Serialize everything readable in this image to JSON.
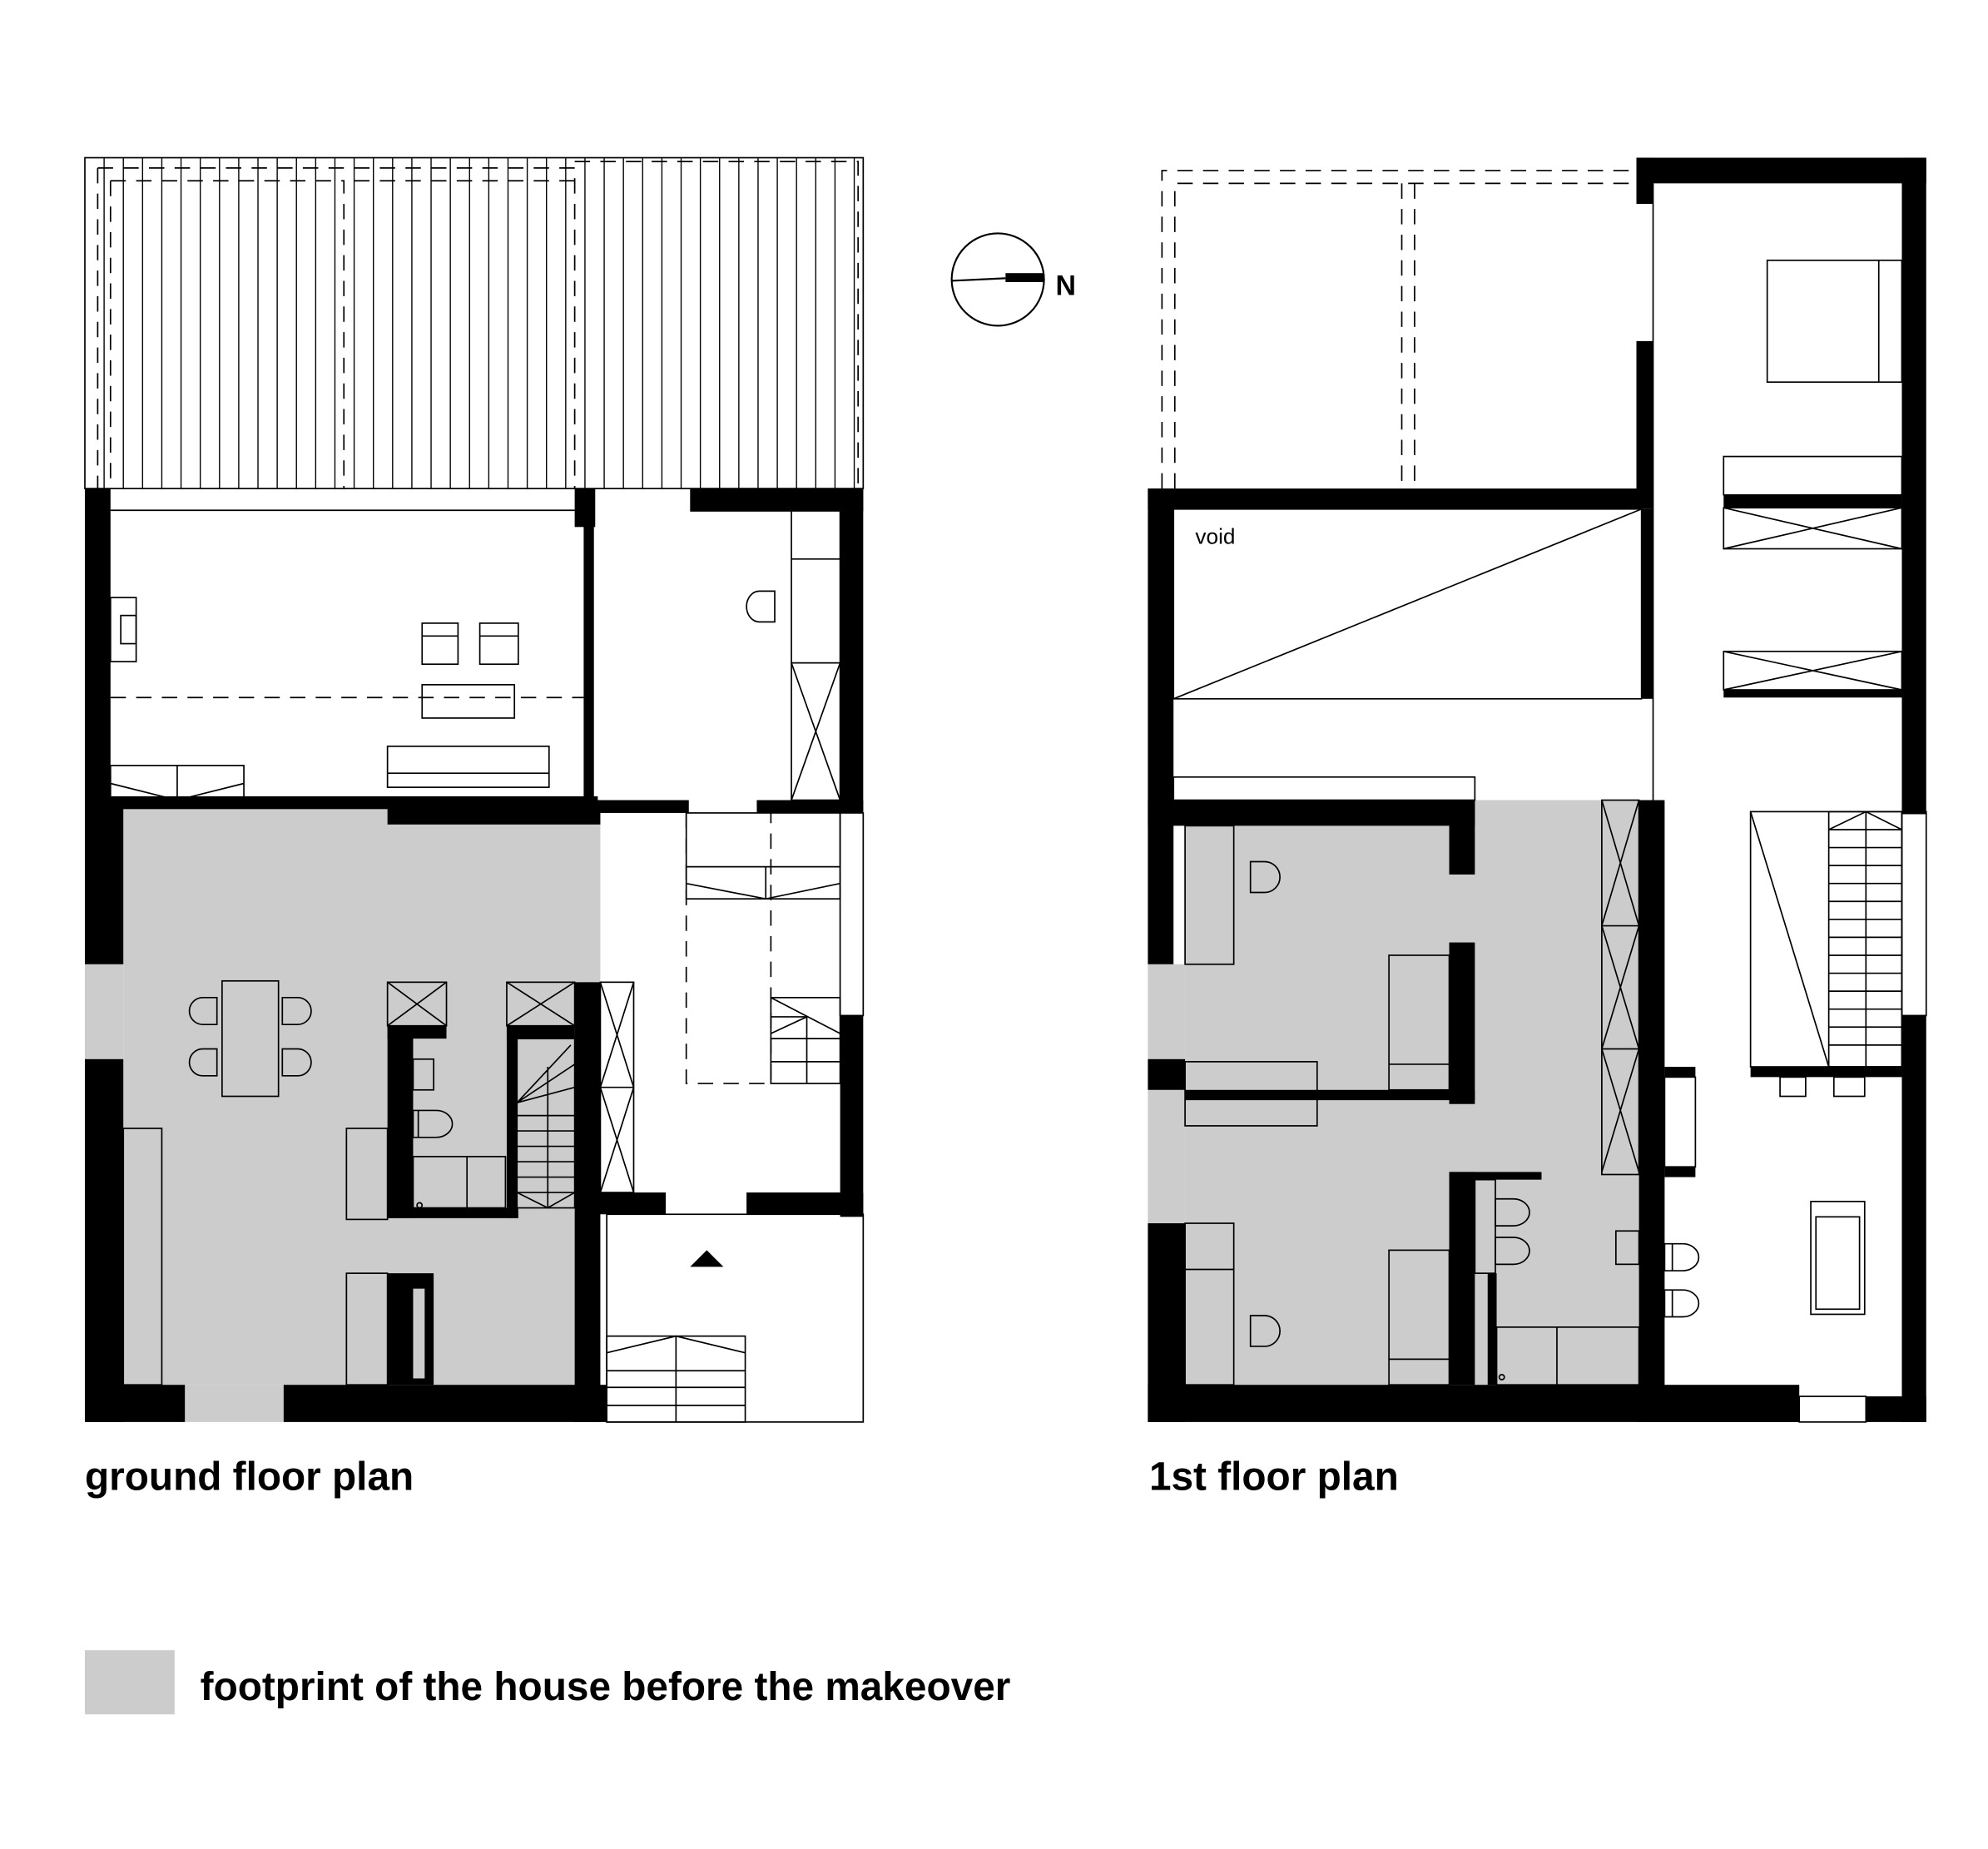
{
  "plans": [
    {
      "id": "ground",
      "title": "ground floor plan"
    },
    {
      "id": "first",
      "title": "1st floor plan"
    }
  ],
  "labels": {
    "void": "void",
    "north": "N"
  },
  "legend": {
    "swatch_color": "#cccccc",
    "text": "footprint of the house before the makeover"
  },
  "colors": {
    "wall": "#000000",
    "footprint": "#cccccc",
    "background": "#ffffff"
  }
}
